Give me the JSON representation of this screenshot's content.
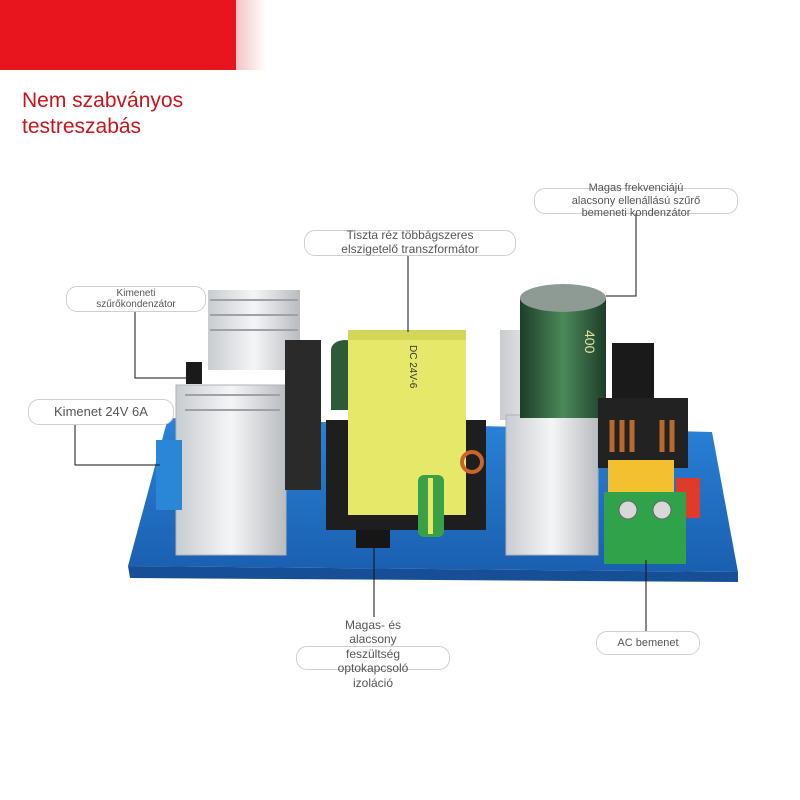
{
  "headline": "Nem szabványos\ntestreszabás",
  "labels": {
    "output_filter_capacitor": "Kimeneti\nszűrőkondenzátor",
    "output_rating": "Kimenet 24V 6A",
    "transformer": "Tiszta réz többágszeres\nelszigetelő transzformátor",
    "input_capacitor": "Magas frekvenciájú\nalacsony ellenállású szűrő\nbemeneti kondenzátor",
    "optocoupler": "Magas- és\nalacsony\nfeszültség\noptokapcsoló\nizoláció",
    "ac_input": "AC bemenet"
  },
  "board_text": {
    "transformer_print": "DC 24V-6",
    "capacitor_print": "400"
  },
  "colors": {
    "banner": "#e8141e",
    "headline": "#c8141c",
    "pcb": "#1f73c7",
    "transformer": "#e6e86a",
    "capacitor": "#2e5a3a",
    "terminal_green": "#2fa24a",
    "terminal_blue": "#2a86d6"
  }
}
